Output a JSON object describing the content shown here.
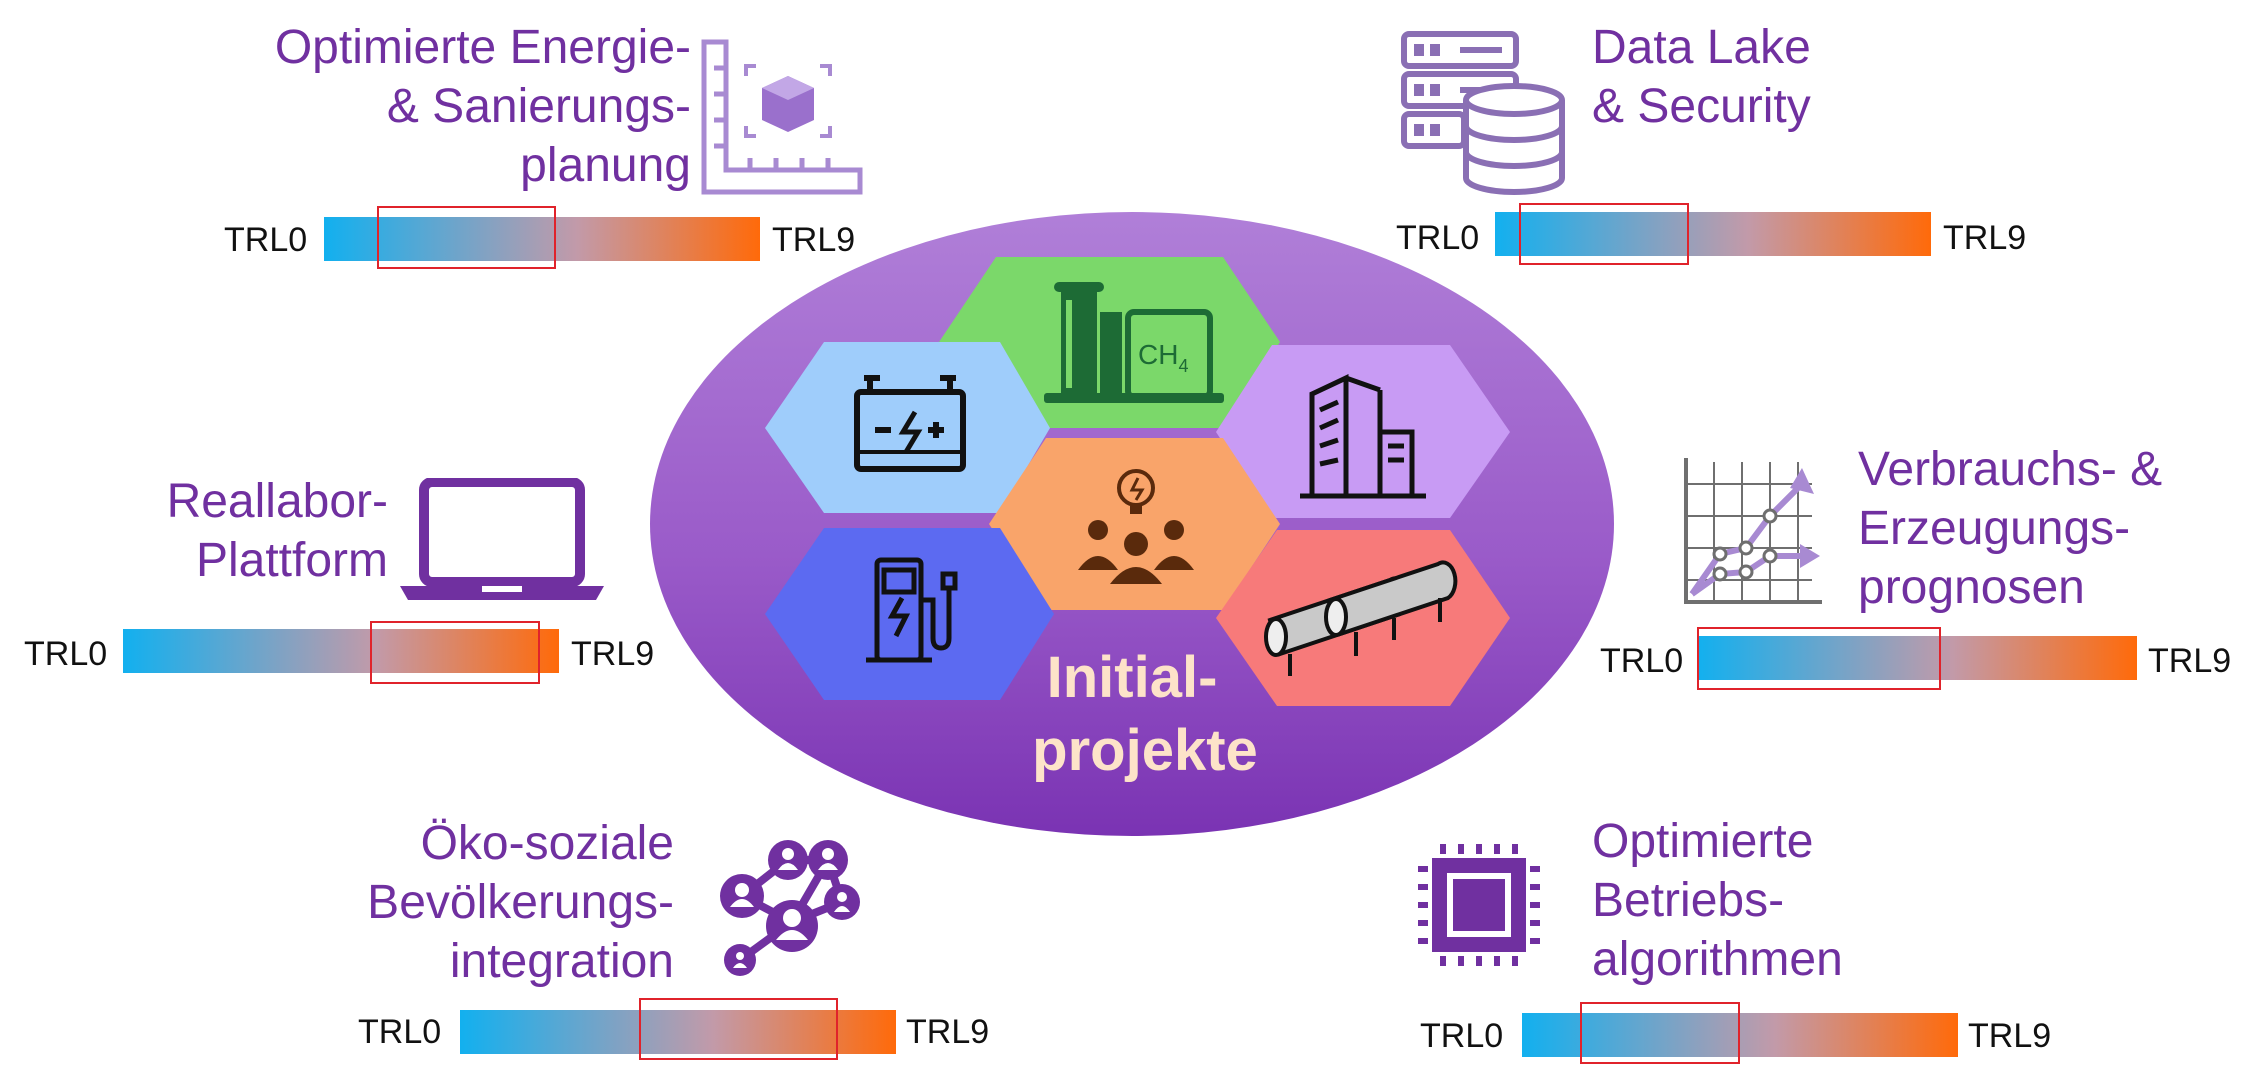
{
  "center": {
    "label_lines": [
      "Initial-",
      "projekte"
    ],
    "hexagons": [
      {
        "name": "biogas",
        "color": "#7bd86a",
        "icon": "biogas-tank-icon",
        "formula": "CH",
        "subscript": "4"
      },
      {
        "name": "battery",
        "color": "#9fcdfb",
        "icon": "battery-icon"
      },
      {
        "name": "buildings",
        "color": "#c89bf4",
        "icon": "building-icon"
      },
      {
        "name": "community",
        "color": "#f9a46a",
        "icon": "community-idea-icon"
      },
      {
        "name": "ev-charging",
        "color": "#5c6af1",
        "icon": "ev-charger-icon"
      },
      {
        "name": "pipes",
        "color": "#f77a7a",
        "icon": "pipes-icon"
      }
    ],
    "ellipse_color": "#9a5bc9",
    "label_color": "#fde3c9"
  },
  "trl_gradient": [
    "#12b0ef",
    "#c29aa9",
    "#ff6a0a"
  ],
  "highlight_color": "#e0232b",
  "projects": [
    {
      "id": "energy",
      "title_lines": [
        "Optimierte Energie-",
        "& Sanierungs-",
        "planung"
      ],
      "icon": "ruler-cube-icon",
      "trl_start": "TRL0",
      "trl_end": "TRL9",
      "range": [
        1.1,
        4.8
      ]
    },
    {
      "id": "datalake",
      "title_lines": [
        "Data Lake",
        "& Security"
      ],
      "icon": "server-database-icon",
      "trl_start": "TRL0",
      "trl_end": "TRL9",
      "range": [
        0.5,
        4.0
      ]
    },
    {
      "id": "reallabor",
      "title_lines": [
        "Reallabor-",
        "Plattform"
      ],
      "icon": "laptop-icon",
      "trl_start": "TRL0",
      "trl_end": "TRL9",
      "range": [
        5.1,
        8.6
      ]
    },
    {
      "id": "prognosen",
      "title_lines": [
        "Verbrauchs- &",
        "Erzeugungs-",
        "prognosen"
      ],
      "icon": "growth-chart-icon",
      "trl_start": "TRL0",
      "trl_end": "TRL9",
      "range": [
        0.0,
        5.0
      ]
    },
    {
      "id": "oeko",
      "title_lines": [
        "Öko-soziale",
        "Bevölkerungs-",
        "integration"
      ],
      "icon": "people-network-icon",
      "trl_start": "TRL0",
      "trl_end": "TRL9",
      "range": [
        3.7,
        7.8
      ]
    },
    {
      "id": "algorithmen",
      "title_lines": [
        "Optimierte",
        "Betriebs-",
        "algorithmen"
      ],
      "icon": "cpu-chip-icon",
      "trl_start": "TRL0",
      "trl_end": "TRL9",
      "range": [
        1.2,
        4.5
      ]
    }
  ]
}
